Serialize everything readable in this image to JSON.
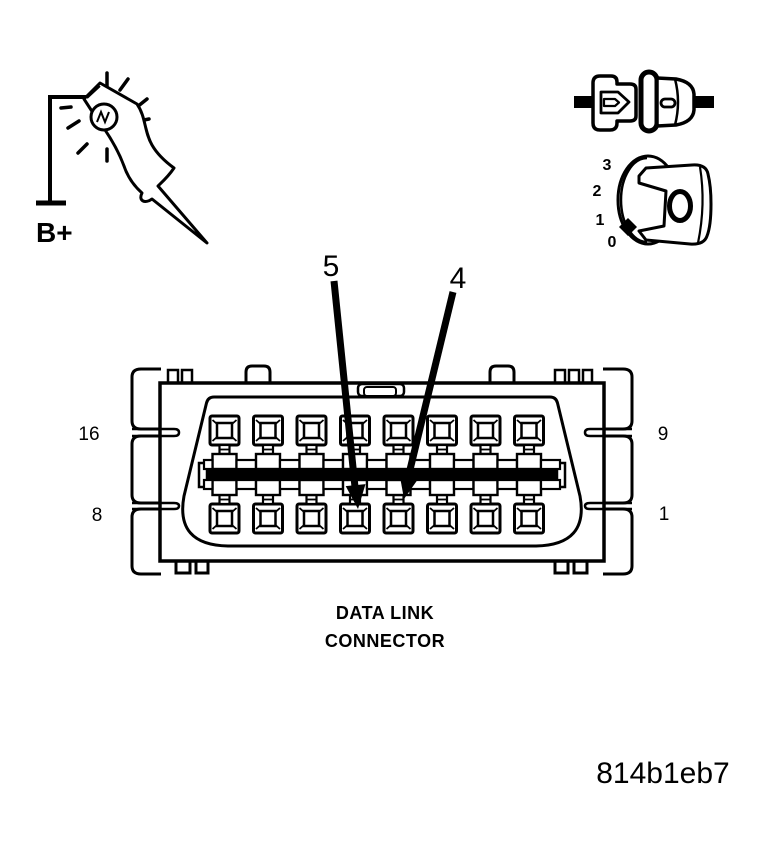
{
  "test_light": {
    "icon": "test-light-icon",
    "terminal_label": "B+"
  },
  "inline_connector": {
    "icon": "inline-connector-icon"
  },
  "ignition_switch": {
    "icon": "ignition-switch-icon",
    "positions": [
      "3",
      "2",
      "1",
      "0"
    ]
  },
  "dlc": {
    "rows": 2,
    "pins_per_row": 8,
    "corner_pins": {
      "top_left": "16",
      "top_right": "9",
      "bottom_left": "8",
      "bottom_right": "1"
    },
    "callouts": [
      {
        "label": "5",
        "target_pin": "5"
      },
      {
        "label": "4",
        "target_pin": "4"
      }
    ],
    "caption_line1": "DATA LINK",
    "caption_line2": "CONNECTOR"
  },
  "figure_code": "814b1eb7",
  "colors": {
    "ink": "#000000",
    "paper": "#ffffff"
  }
}
